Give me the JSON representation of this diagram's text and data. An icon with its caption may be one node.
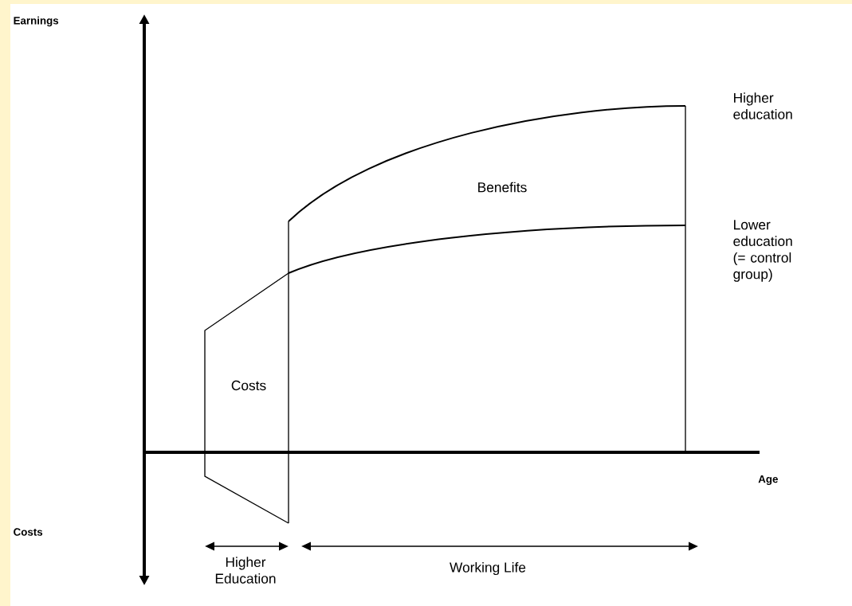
{
  "diagram": {
    "labels": [
      "Earnings",
      "Higher education",
      "Benefits",
      "Lower education (= control group)",
      "Costs",
      "Age",
      "Costs",
      "Higher Education",
      "Working Life"
    ]
  }
}
